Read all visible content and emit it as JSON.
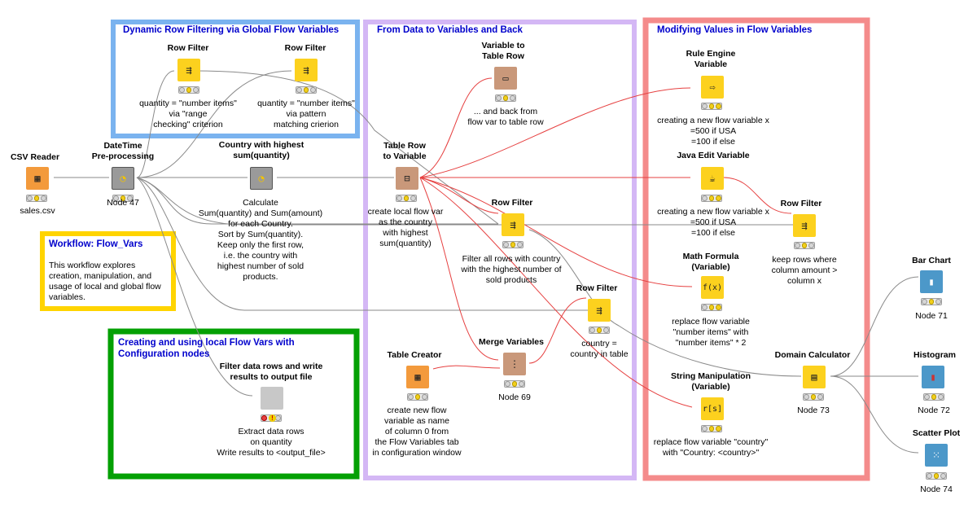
{
  "annotations": {
    "dynamic": {
      "title": "Dynamic Row Filtering via Global Flow Variables",
      "color": "#7ab3ef"
    },
    "data_to_vars": {
      "title": "From Data to Variables and Back",
      "color": "#d4b7f5"
    },
    "modifying": {
      "title": "Modifying Values in Flow Variables",
      "color": "#f48b8b"
    },
    "workflow": {
      "title": "Workflow: Flow_Vars",
      "text": "This workflow explores creation, manipulation, and usage of local and global flow variables.",
      "color": "#ffd400"
    },
    "creating": {
      "title": "Creating and using local Flow Vars with Configuration nodes",
      "color": "#04a004"
    }
  },
  "nodes": {
    "csv_reader": {
      "title": "CSV Reader",
      "label": "sales.csv"
    },
    "datetime": {
      "title": "DateTime\nPre-processing",
      "label": "Node 47"
    },
    "country_highest": {
      "title": "Country with highest\nsum(quantity)",
      "label": "Calculate\nSum(quantity) and Sum(amount)\nfor each Country.\nSort by Sum(quantity).\nKeep only the first row,\ni.e. the country with\nhighest number of sold\nproducts."
    },
    "row_filter_1": {
      "title": "Row Filter",
      "label": "quantity = \"number items\"\nvia \"range\nchecking\" criterion"
    },
    "row_filter_2": {
      "title": "Row Filter",
      "label": "quantity = \"number items\"\nvia pattern\nmatching crierion"
    },
    "table_row_to_var": {
      "title": "Table Row\nto Variable",
      "label": "create local flow var\nas the country\nwith highest\nsum(quantity)"
    },
    "var_to_table_row": {
      "title": "Variable to\nTable Row",
      "label": "... and back from\nflow var to table row"
    },
    "row_filter_3": {
      "title": "Row Filter",
      "label": "Filter all rows with country\nwith the highest number of\nsold products"
    },
    "row_filter_4": {
      "title": "Row Filter",
      "label": "country =\ncountry in table"
    },
    "table_creator": {
      "title": "Table Creator",
      "label": "create new flow\nvariable as name\nof column 0 from\nthe Flow Variables tab\nin configuration window"
    },
    "merge_vars": {
      "title": "Merge Variables",
      "label": "Node 69"
    },
    "rule_engine": {
      "title": "Rule Engine\nVariable",
      "label": "creating a new flow variable x\n=500 if USA\n=100 if else"
    },
    "java_edit": {
      "title": "Java Edit Variable",
      "label": "creating a new flow variable x\n=500 if USA\n=100 if else"
    },
    "row_filter_5": {
      "title": "Row Filter",
      "label": "keep rows where\ncolumn amount >\ncolumn x"
    },
    "math_formula": {
      "title": "Math Formula\n(Variable)",
      "label": "replace flow variable\n\"number items\" with\n\"number items\" * 2"
    },
    "string_manip": {
      "title": "String Manipulation\n(Variable)",
      "label": "replace flow variable \"country\"\nwith \"Country: <country>\""
    },
    "domain_calc": {
      "title": "Domain Calculator",
      "label": "Node 73"
    },
    "bar_chart": {
      "title": "Bar Chart",
      "label": "Node 71"
    },
    "histogram": {
      "title": "Histogram",
      "label": "Node 72"
    },
    "scatter_plot": {
      "title": "Scatter Plot",
      "label": "Node 74"
    },
    "filter_write": {
      "title": "Filter data rows and write\nresults to output file",
      "label": "Extract data rows\non quantity\nWrite results to <output_file>"
    }
  },
  "icons": {
    "csv_reader": "table-icon",
    "datetime": "clock-icon",
    "row_filter": "filter-arrows-icon",
    "table_row_to_var": "table-to-var-icon",
    "var_to_table_row": "var-to-table-icon",
    "table_creator": "table-plus-icon",
    "merge_vars": "merge-icon",
    "rule_engine": "rule-icon",
    "java_edit": "java-icon",
    "math_formula": "fx-icon",
    "string_manip": "string-icon",
    "domain_calc": "domain-icon",
    "bar_chart": "bar-chart-icon",
    "histogram": "histogram-icon",
    "scatter_plot": "scatter-icon"
  }
}
